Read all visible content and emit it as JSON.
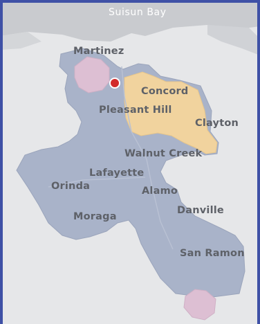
{
  "map": {
    "water_label": "Suisun Bay",
    "cities": [
      "Martinez",
      "Concord",
      "Pleasant Hill",
      "Clayton",
      "Walnut Creek",
      "Lafayette",
      "Orinda",
      "Alamo",
      "Danville",
      "Moraga",
      "San Ramon"
    ],
    "marker_icon": "location-pin-icon"
  },
  "colors": {
    "background": "#e6e7e9",
    "water": "#c9cbcf",
    "service_area": "#a9b3c9",
    "highlight_concord": "#f1d39e",
    "highlight_martinez": "#ddbfd3",
    "marker": "#d22a2a",
    "frame": "#3f51a6"
  }
}
